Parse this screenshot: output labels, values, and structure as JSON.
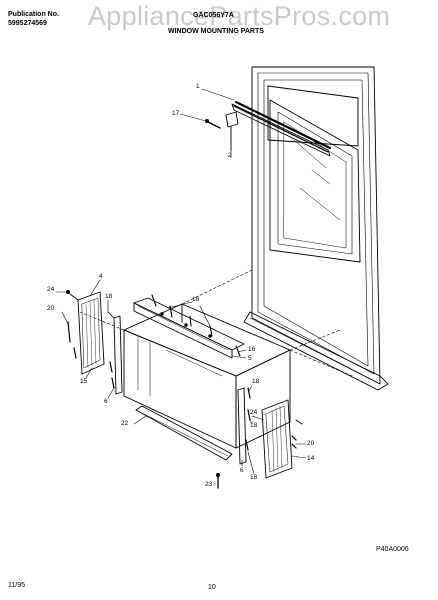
{
  "watermark": "AppliancePartsPros.com",
  "header": {
    "publication_label": "Publication No.",
    "publication_no": "5995274569",
    "model": "GAC056Y7A",
    "section_title": "WINDOW MOUNTING PARTS"
  },
  "callouts": [
    "1",
    "17",
    "2",
    "4",
    "24",
    "18",
    "20",
    "15",
    "6",
    "18",
    "16",
    "5",
    "22",
    "18",
    "24",
    "18",
    "20",
    "14",
    "6",
    "23",
    "18"
  ],
  "footer": {
    "date": "11/95",
    "page": "10",
    "drawing_code": "P40A0006"
  }
}
